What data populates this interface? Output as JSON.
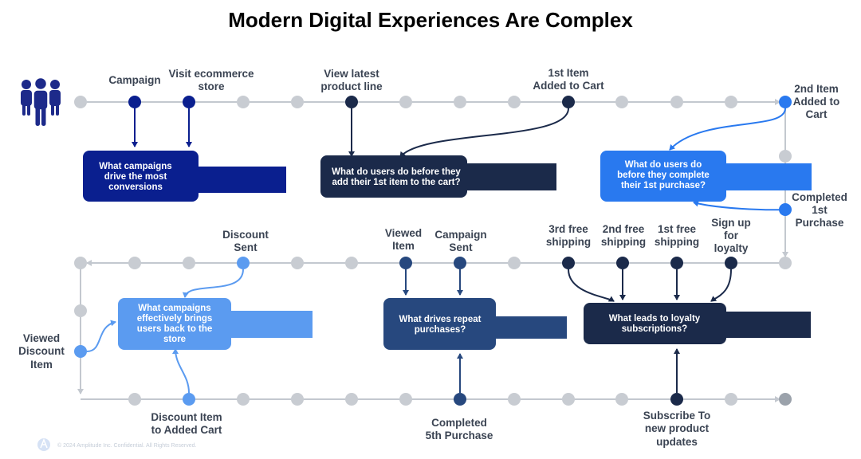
{
  "title": "Modern Digital Experiences Are Complex",
  "footer": "© 2024 Amplitude Inc. Confidential. All Rights Reserved.",
  "colors": {
    "track": "#c3c8cf",
    "dot_gray": "#c8ccd2",
    "navy": "#0a1f8f",
    "dark": "#1b2a4a",
    "blue": "#2979ef",
    "light": "#5b9bf0",
    "slate": "#27487e",
    "icon": "#1d2a8a"
  },
  "events": {
    "campaign": "Campaign",
    "visit_store": [
      "Visit ecommerce",
      "store"
    ],
    "view_latest": [
      "View latest",
      "product line"
    ],
    "first_item": [
      "1st Item",
      "Added to Cart"
    ],
    "second_item": [
      "2nd Item",
      "Added to",
      "Cart"
    ],
    "completed_1st": [
      "Completed",
      "1st",
      "Purchase"
    ],
    "discount_sent": [
      "Discount",
      "Sent"
    ],
    "viewed_item": [
      "Viewed",
      "Item"
    ],
    "campaign_sent": [
      "Campaign",
      "Sent"
    ],
    "third_free": [
      "3rd free",
      "shipping"
    ],
    "second_free": [
      "2nd free",
      "shipping"
    ],
    "first_free": [
      "1st free",
      "shipping"
    ],
    "signup_loyalty": [
      "Sign up",
      "for",
      "loyalty"
    ],
    "viewed_discount": [
      "Viewed",
      "Discount",
      "Item"
    ],
    "discount_to_cart": [
      "Discount Item",
      "to Added Cart"
    ],
    "completed_5th": [
      "Completed",
      "5th Purchase"
    ],
    "subscribe": [
      "Subscribe To",
      "new product",
      "updates"
    ]
  },
  "questions": {
    "q1": [
      "What campaigns",
      "drive the most",
      "conversions"
    ],
    "q2": [
      "What do users do before they",
      "add their 1st item to the cart?"
    ],
    "q3": [
      "What do users do",
      "before they complete",
      "their 1st purchase?"
    ],
    "q4": [
      "What campaigns",
      "effectively brings",
      "users back to the",
      "store"
    ],
    "q5": [
      "What drives repeat",
      "purchases?"
    ],
    "q6": [
      "What leads to loyalty",
      "subscriptions?"
    ]
  }
}
